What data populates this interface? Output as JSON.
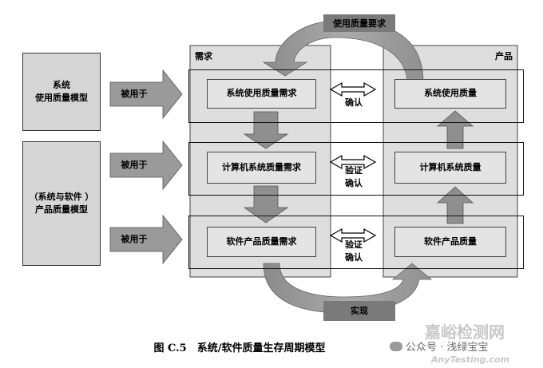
{
  "left_models": {
    "system": "系统\n使用质量模型",
    "product": "（系统与软件 ）\n产品质量模型",
    "used_for": "被用于"
  },
  "columns": {
    "requirements": "需求",
    "product": "产品"
  },
  "requirements_boxes": [
    "系统使用质量需求",
    "计算机系统质量需求",
    "软件产品质量需求"
  ],
  "product_boxes": [
    "系统使用质量",
    "计算机系统质量",
    "软件产品质量"
  ],
  "links": [
    "确认",
    "验证\n确认",
    "验证\n确认"
  ],
  "top_label": "使用质量要求",
  "bottom_label": "实现",
  "caption": "图 C.5　系统/软件质量生存周期模型",
  "watermark": {
    "wechat": "公众号 · 浅绿宝宝",
    "brand": "嘉峪检测网",
    "url": "AnyTesting.com"
  }
}
